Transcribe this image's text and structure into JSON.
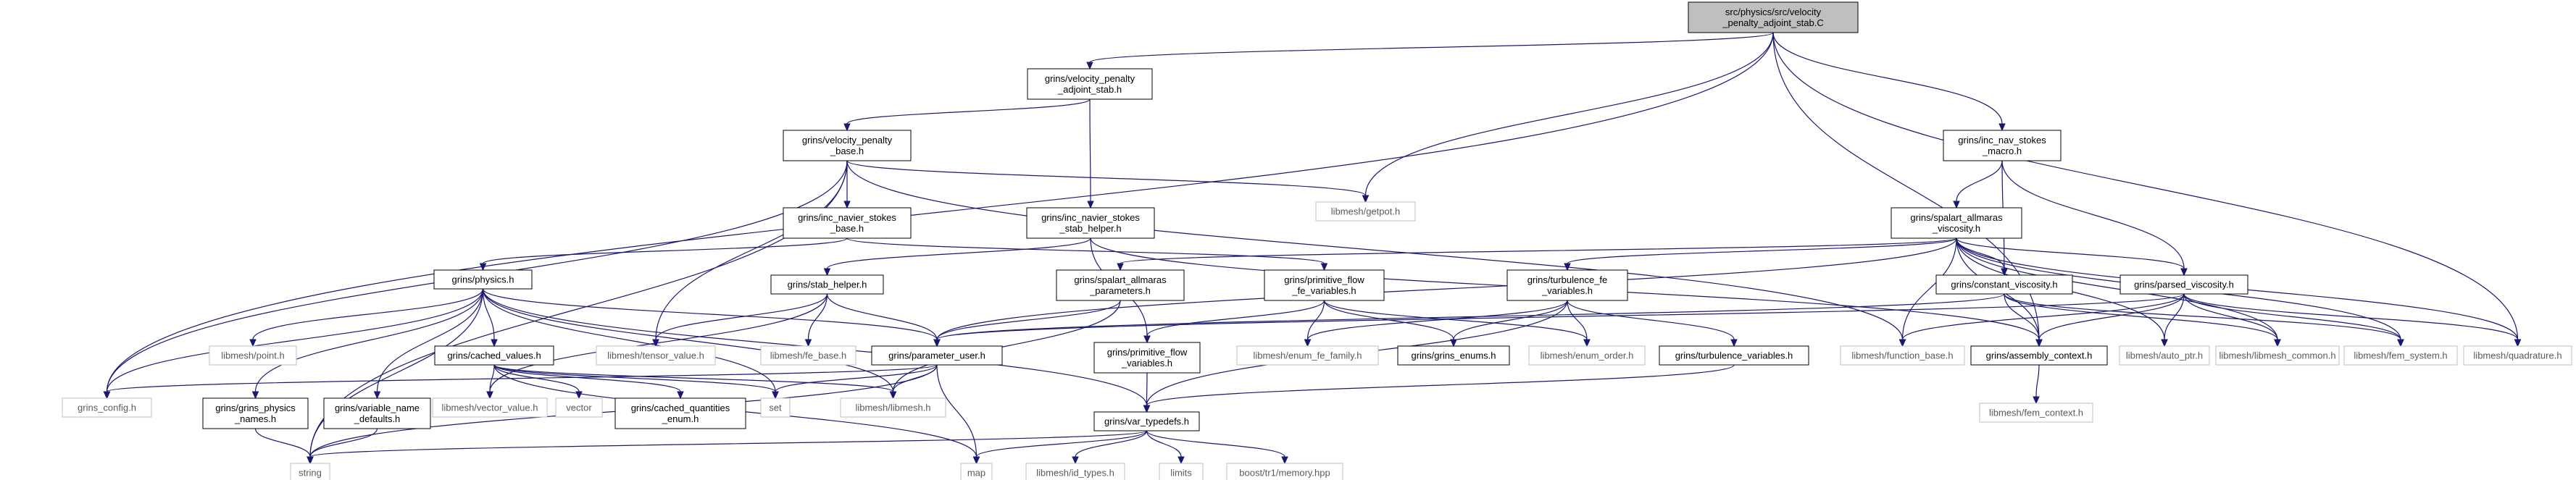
{
  "colors": {
    "root_fill": "#bfbfbf",
    "node_fill": "#ffffff",
    "node_border": "#000000",
    "external_border": "#bfbfbf",
    "edge": "#191970"
  },
  "nodes": [
    {
      "id": "root",
      "lines": [
        "src/physics/src/velocity",
        "_penalty_adjoint_stab.C"
      ],
      "kind": "root"
    },
    {
      "id": "vp_adj_h",
      "lines": [
        "grins/velocity_penalty",
        "_adjoint_stab.h"
      ],
      "kind": "header"
    },
    {
      "id": "vp_base_h",
      "lines": [
        "grins/velocity_penalty",
        "_base.h"
      ],
      "kind": "header"
    },
    {
      "id": "ins_stab_h",
      "lines": [
        "grins/inc_navier_stokes",
        "_stab_helper.h"
      ],
      "kind": "header"
    },
    {
      "id": "getpot",
      "lines": [
        "libmesh/getpot.h"
      ],
      "kind": "external"
    },
    {
      "id": "ins_macro",
      "lines": [
        "grins/inc_nav_stokes",
        "_macro.h"
      ],
      "kind": "header"
    },
    {
      "id": "ins_base",
      "lines": [
        "grins/inc_navier_stokes",
        "_base.h"
      ],
      "kind": "header"
    },
    {
      "id": "sa_visc",
      "lines": [
        "grins/spalart_allmaras",
        "_viscosity.h"
      ],
      "kind": "header"
    },
    {
      "id": "physics",
      "lines": [
        "grins/physics.h"
      ],
      "kind": "header"
    },
    {
      "id": "stab_helper",
      "lines": [
        "grins/stab_helper.h"
      ],
      "kind": "header"
    },
    {
      "id": "sa_params",
      "lines": [
        "grins/spalart_allmaras",
        "_parameters.h"
      ],
      "kind": "header"
    },
    {
      "id": "prim_flow_fe",
      "lines": [
        "grins/primitive_flow",
        "_fe_variables.h"
      ],
      "kind": "header"
    },
    {
      "id": "turb_fe",
      "lines": [
        "grins/turbulence_fe",
        "_variables.h"
      ],
      "kind": "header"
    },
    {
      "id": "const_visc",
      "lines": [
        "grins/constant_viscosity.h"
      ],
      "kind": "header"
    },
    {
      "id": "parsed_visc",
      "lines": [
        "grins/parsed_viscosity.h"
      ],
      "kind": "header"
    },
    {
      "id": "point",
      "lines": [
        "libmesh/point.h"
      ],
      "kind": "external"
    },
    {
      "id": "cached_values",
      "lines": [
        "grins/cached_values.h"
      ],
      "kind": "header"
    },
    {
      "id": "tensor_value",
      "lines": [
        "libmesh/tensor_value.h"
      ],
      "kind": "external"
    },
    {
      "id": "fe_base",
      "lines": [
        "libmesh/fe_base.h"
      ],
      "kind": "external"
    },
    {
      "id": "param_user",
      "lines": [
        "grins/parameter_user.h"
      ],
      "kind": "header"
    },
    {
      "id": "prim_flow_vars",
      "lines": [
        "grins/primitive_flow",
        "_variables.h"
      ],
      "kind": "header"
    },
    {
      "id": "enum_fe_family",
      "lines": [
        "libmesh/enum_fe_family.h"
      ],
      "kind": "external"
    },
    {
      "id": "grins_enums",
      "lines": [
        "grins/grins_enums.h"
      ],
      "kind": "header"
    },
    {
      "id": "enum_order",
      "lines": [
        "libmesh/enum_order.h"
      ],
      "kind": "external"
    },
    {
      "id": "turb_vars",
      "lines": [
        "grins/turbulence_variables.h"
      ],
      "kind": "header"
    },
    {
      "id": "function_base",
      "lines": [
        "libmesh/function_base.h"
      ],
      "kind": "external"
    },
    {
      "id": "assembly_ctx",
      "lines": [
        "grins/assembly_context.h"
      ],
      "kind": "header"
    },
    {
      "id": "auto_ptr",
      "lines": [
        "libmesh/auto_ptr.h"
      ],
      "kind": "external"
    },
    {
      "id": "libmesh_common",
      "lines": [
        "libmesh/libmesh_common.h"
      ],
      "kind": "external"
    },
    {
      "id": "fem_system",
      "lines": [
        "libmesh/fem_system.h"
      ],
      "kind": "external"
    },
    {
      "id": "quadrature",
      "lines": [
        "libmesh/quadrature.h"
      ],
      "kind": "external"
    },
    {
      "id": "grins_config",
      "lines": [
        "grins_config.h"
      ],
      "kind": "external"
    },
    {
      "id": "grins_phys_names",
      "lines": [
        "grins/grins_physics",
        "_names.h"
      ],
      "kind": "header"
    },
    {
      "id": "var_name_defaults",
      "lines": [
        "grins/variable_name",
        "_defaults.h"
      ],
      "kind": "header"
    },
    {
      "id": "vector_value",
      "lines": [
        "libmesh/vector_value.h"
      ],
      "kind": "external"
    },
    {
      "id": "vector",
      "lines": [
        "vector"
      ],
      "kind": "external"
    },
    {
      "id": "cached_q_enum",
      "lines": [
        "grins/cached_quantities",
        "_enum.h"
      ],
      "kind": "header"
    },
    {
      "id": "set",
      "lines": [
        "set"
      ],
      "kind": "external"
    },
    {
      "id": "libmesh_h",
      "lines": [
        "libmesh/libmesh.h"
      ],
      "kind": "external"
    },
    {
      "id": "var_typedefs",
      "lines": [
        "grins/var_typedefs.h"
      ],
      "kind": "header"
    },
    {
      "id": "fem_context",
      "lines": [
        "libmesh/fem_context.h"
      ],
      "kind": "external"
    },
    {
      "id": "string",
      "lines": [
        "string"
      ],
      "kind": "external"
    },
    {
      "id": "map",
      "lines": [
        "map"
      ],
      "kind": "external"
    },
    {
      "id": "id_types",
      "lines": [
        "libmesh/id_types.h"
      ],
      "kind": "external"
    },
    {
      "id": "limits",
      "lines": [
        "limits"
      ],
      "kind": "external"
    },
    {
      "id": "boost_mem",
      "lines": [
        "boost/tr1/memory.hpp"
      ],
      "kind": "external"
    }
  ],
  "edges": [
    [
      "root",
      "vp_adj_h"
    ],
    [
      "root",
      "grins_config"
    ],
    [
      "root",
      "getpot"
    ],
    [
      "root",
      "ins_macro"
    ],
    [
      "root",
      "assembly_ctx"
    ],
    [
      "root",
      "quadrature"
    ],
    [
      "vp_adj_h",
      "vp_base_h"
    ],
    [
      "vp_adj_h",
      "ins_stab_h"
    ],
    [
      "vp_base_h",
      "ins_base"
    ],
    [
      "vp_base_h",
      "getpot"
    ],
    [
      "vp_base_h",
      "grins_config"
    ],
    [
      "vp_base_h",
      "tensor_value"
    ],
    [
      "vp_base_h",
      "string"
    ],
    [
      "vp_base_h",
      "function_base"
    ],
    [
      "ins_stab_h",
      "stab_helper"
    ],
    [
      "ins_stab_h",
      "prim_flow_vars"
    ],
    [
      "ins_stab_h",
      "assembly_ctx"
    ],
    [
      "ins_base",
      "physics"
    ],
    [
      "ins_base",
      "prim_flow_fe"
    ],
    [
      "ins_macro",
      "sa_visc"
    ],
    [
      "ins_macro",
      "const_visc"
    ],
    [
      "ins_macro",
      "parsed_visc"
    ],
    [
      "sa_visc",
      "sa_params"
    ],
    [
      "sa_visc",
      "turb_fe"
    ],
    [
      "sa_visc",
      "const_visc"
    ],
    [
      "sa_visc",
      "parsed_visc"
    ],
    [
      "sa_visc",
      "param_user"
    ],
    [
      "sa_visc",
      "function_base"
    ],
    [
      "sa_visc",
      "assembly_ctx"
    ],
    [
      "sa_visc",
      "auto_ptr"
    ],
    [
      "sa_visc",
      "libmesh_common"
    ],
    [
      "sa_visc",
      "fem_system"
    ],
    [
      "sa_visc",
      "quadrature"
    ],
    [
      "physics",
      "grins_config"
    ],
    [
      "physics",
      "point"
    ],
    [
      "physics",
      "cached_values"
    ],
    [
      "physics",
      "param_user"
    ],
    [
      "physics",
      "grins_phys_names"
    ],
    [
      "physics",
      "var_name_defaults"
    ],
    [
      "physics",
      "string"
    ],
    [
      "physics",
      "set"
    ],
    [
      "physics",
      "libmesh_h"
    ],
    [
      "physics",
      "var_typedefs"
    ],
    [
      "stab_helper",
      "tensor_value"
    ],
    [
      "stab_helper",
      "fe_base"
    ],
    [
      "stab_helper",
      "param_user"
    ],
    [
      "stab_helper",
      "vector_value"
    ],
    [
      "sa_params",
      "param_user"
    ],
    [
      "sa_params",
      "libmesh_h"
    ],
    [
      "prim_flow_fe",
      "prim_flow_vars"
    ],
    [
      "prim_flow_fe",
      "enum_fe_family"
    ],
    [
      "prim_flow_fe",
      "grins_enums"
    ],
    [
      "prim_flow_fe",
      "enum_order"
    ],
    [
      "turb_fe",
      "enum_fe_family"
    ],
    [
      "turb_fe",
      "grins_enums"
    ],
    [
      "turb_fe",
      "enum_order"
    ],
    [
      "turb_fe",
      "turb_vars"
    ],
    [
      "turb_fe",
      "var_typedefs"
    ],
    [
      "const_visc",
      "param_user"
    ],
    [
      "const_visc",
      "assembly_ctx"
    ],
    [
      "const_visc",
      "libmesh_common"
    ],
    [
      "const_visc",
      "fem_system"
    ],
    [
      "parsed_visc",
      "function_base"
    ],
    [
      "parsed_visc",
      "assembly_ctx"
    ],
    [
      "parsed_visc",
      "auto_ptr"
    ],
    [
      "parsed_visc",
      "libmesh_common"
    ],
    [
      "parsed_visc",
      "fem_system"
    ],
    [
      "parsed_visc",
      "quadrature"
    ],
    [
      "parsed_visc",
      "param_user"
    ],
    [
      "cached_values",
      "vector_value"
    ],
    [
      "cached_values",
      "vector"
    ],
    [
      "cached_values",
      "cached_q_enum"
    ],
    [
      "cached_values",
      "set"
    ],
    [
      "cached_values",
      "libmesh_h"
    ],
    [
      "cached_values",
      "map"
    ],
    [
      "param_user",
      "grins_config"
    ],
    [
      "param_user",
      "set"
    ],
    [
      "param_user",
      "libmesh_h"
    ],
    [
      "param_user",
      "map"
    ],
    [
      "param_user",
      "string"
    ],
    [
      "prim_flow_vars",
      "var_typedefs"
    ],
    [
      "turb_vars",
      "var_typedefs"
    ],
    [
      "assembly_ctx",
      "fem_context"
    ],
    [
      "grins_phys_names",
      "string"
    ],
    [
      "var_name_defaults",
      "string"
    ],
    [
      "var_typedefs",
      "string"
    ],
    [
      "var_typedefs",
      "map"
    ],
    [
      "var_typedefs",
      "id_types"
    ],
    [
      "var_typedefs",
      "limits"
    ],
    [
      "var_typedefs",
      "boost_mem"
    ]
  ]
}
